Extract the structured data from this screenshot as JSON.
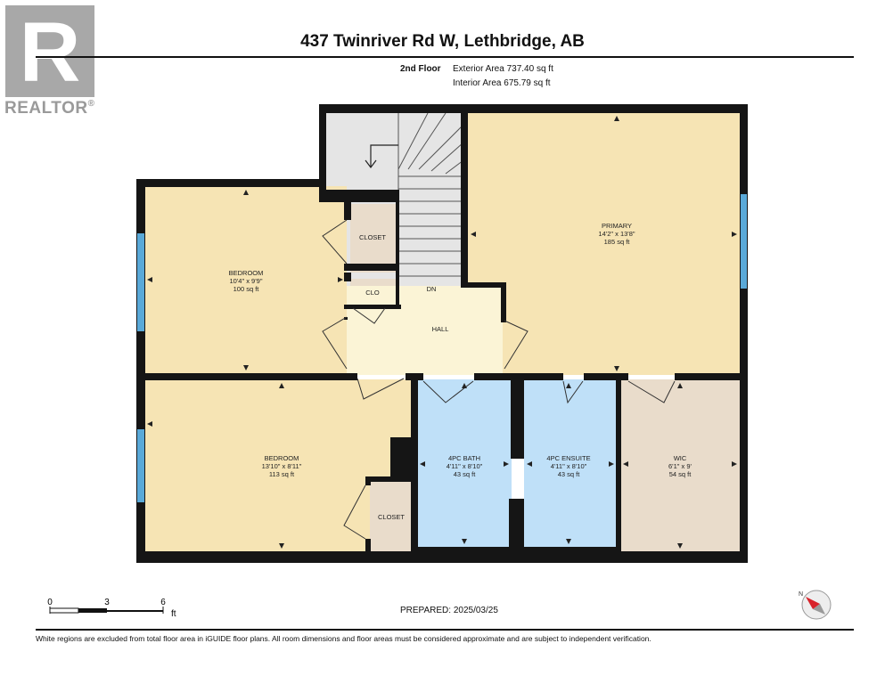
{
  "logo": {
    "text": "REALTOR",
    "mark": "®"
  },
  "header": {
    "address": "437 Twinriver Rd W, Lethbridge, AB",
    "floor": "2nd Floor",
    "exterior_area": "Exterior Area 737.40 sq ft",
    "interior_area": "Interior Area 675.79 sq ft"
  },
  "rooms": {
    "primary": {
      "name": "PRIMARY",
      "dims": "14'2\" x 13'8\"",
      "area": "185 sq ft"
    },
    "bedroom1": {
      "name": "BEDROOM",
      "dims": "10'4\" x 9'9\"",
      "area": "100 sq ft"
    },
    "bedroom2": {
      "name": "BEDROOM",
      "dims": "13'10\" x 8'11\"",
      "area": "113 sq ft"
    },
    "bath": {
      "name": "4PC BATH",
      "dims": "4'11\" x 8'10\"",
      "area": "43 sq ft"
    },
    "ensuite": {
      "name": "4PC ENSUITE",
      "dims": "4'11\" x 8'10\"",
      "area": "43 sq ft"
    },
    "wic": {
      "name": "WIC",
      "dims": "6'1\" x 9'",
      "area": "54 sq ft"
    },
    "hall": {
      "name": "HALL"
    },
    "closet1": {
      "name": "CLOSET"
    },
    "clo": {
      "name": "CLO"
    },
    "closet2": {
      "name": "CLOSET"
    },
    "stairs": {
      "label": "DN"
    }
  },
  "scale": {
    "ticks": [
      "0",
      "3",
      "6"
    ],
    "unit": "ft"
  },
  "prepared": "PREPARED: 2025/03/25",
  "compass": {
    "label": "N"
  },
  "disclaimer": "White regions are excluded from total floor area in iGUIDE floor plans. All room dimensions and floor areas must be considered approximate and are subject to independent verification.",
  "colors": {
    "bedroom": "#f6e4b4",
    "hall": "#fbf4d6",
    "bath": "#bfe0f8",
    "closet": "#e9dccb",
    "wic": "#e9dccb",
    "stairs": "#e5e5e5",
    "wall": "#151515",
    "window": "#5aa9d8"
  }
}
